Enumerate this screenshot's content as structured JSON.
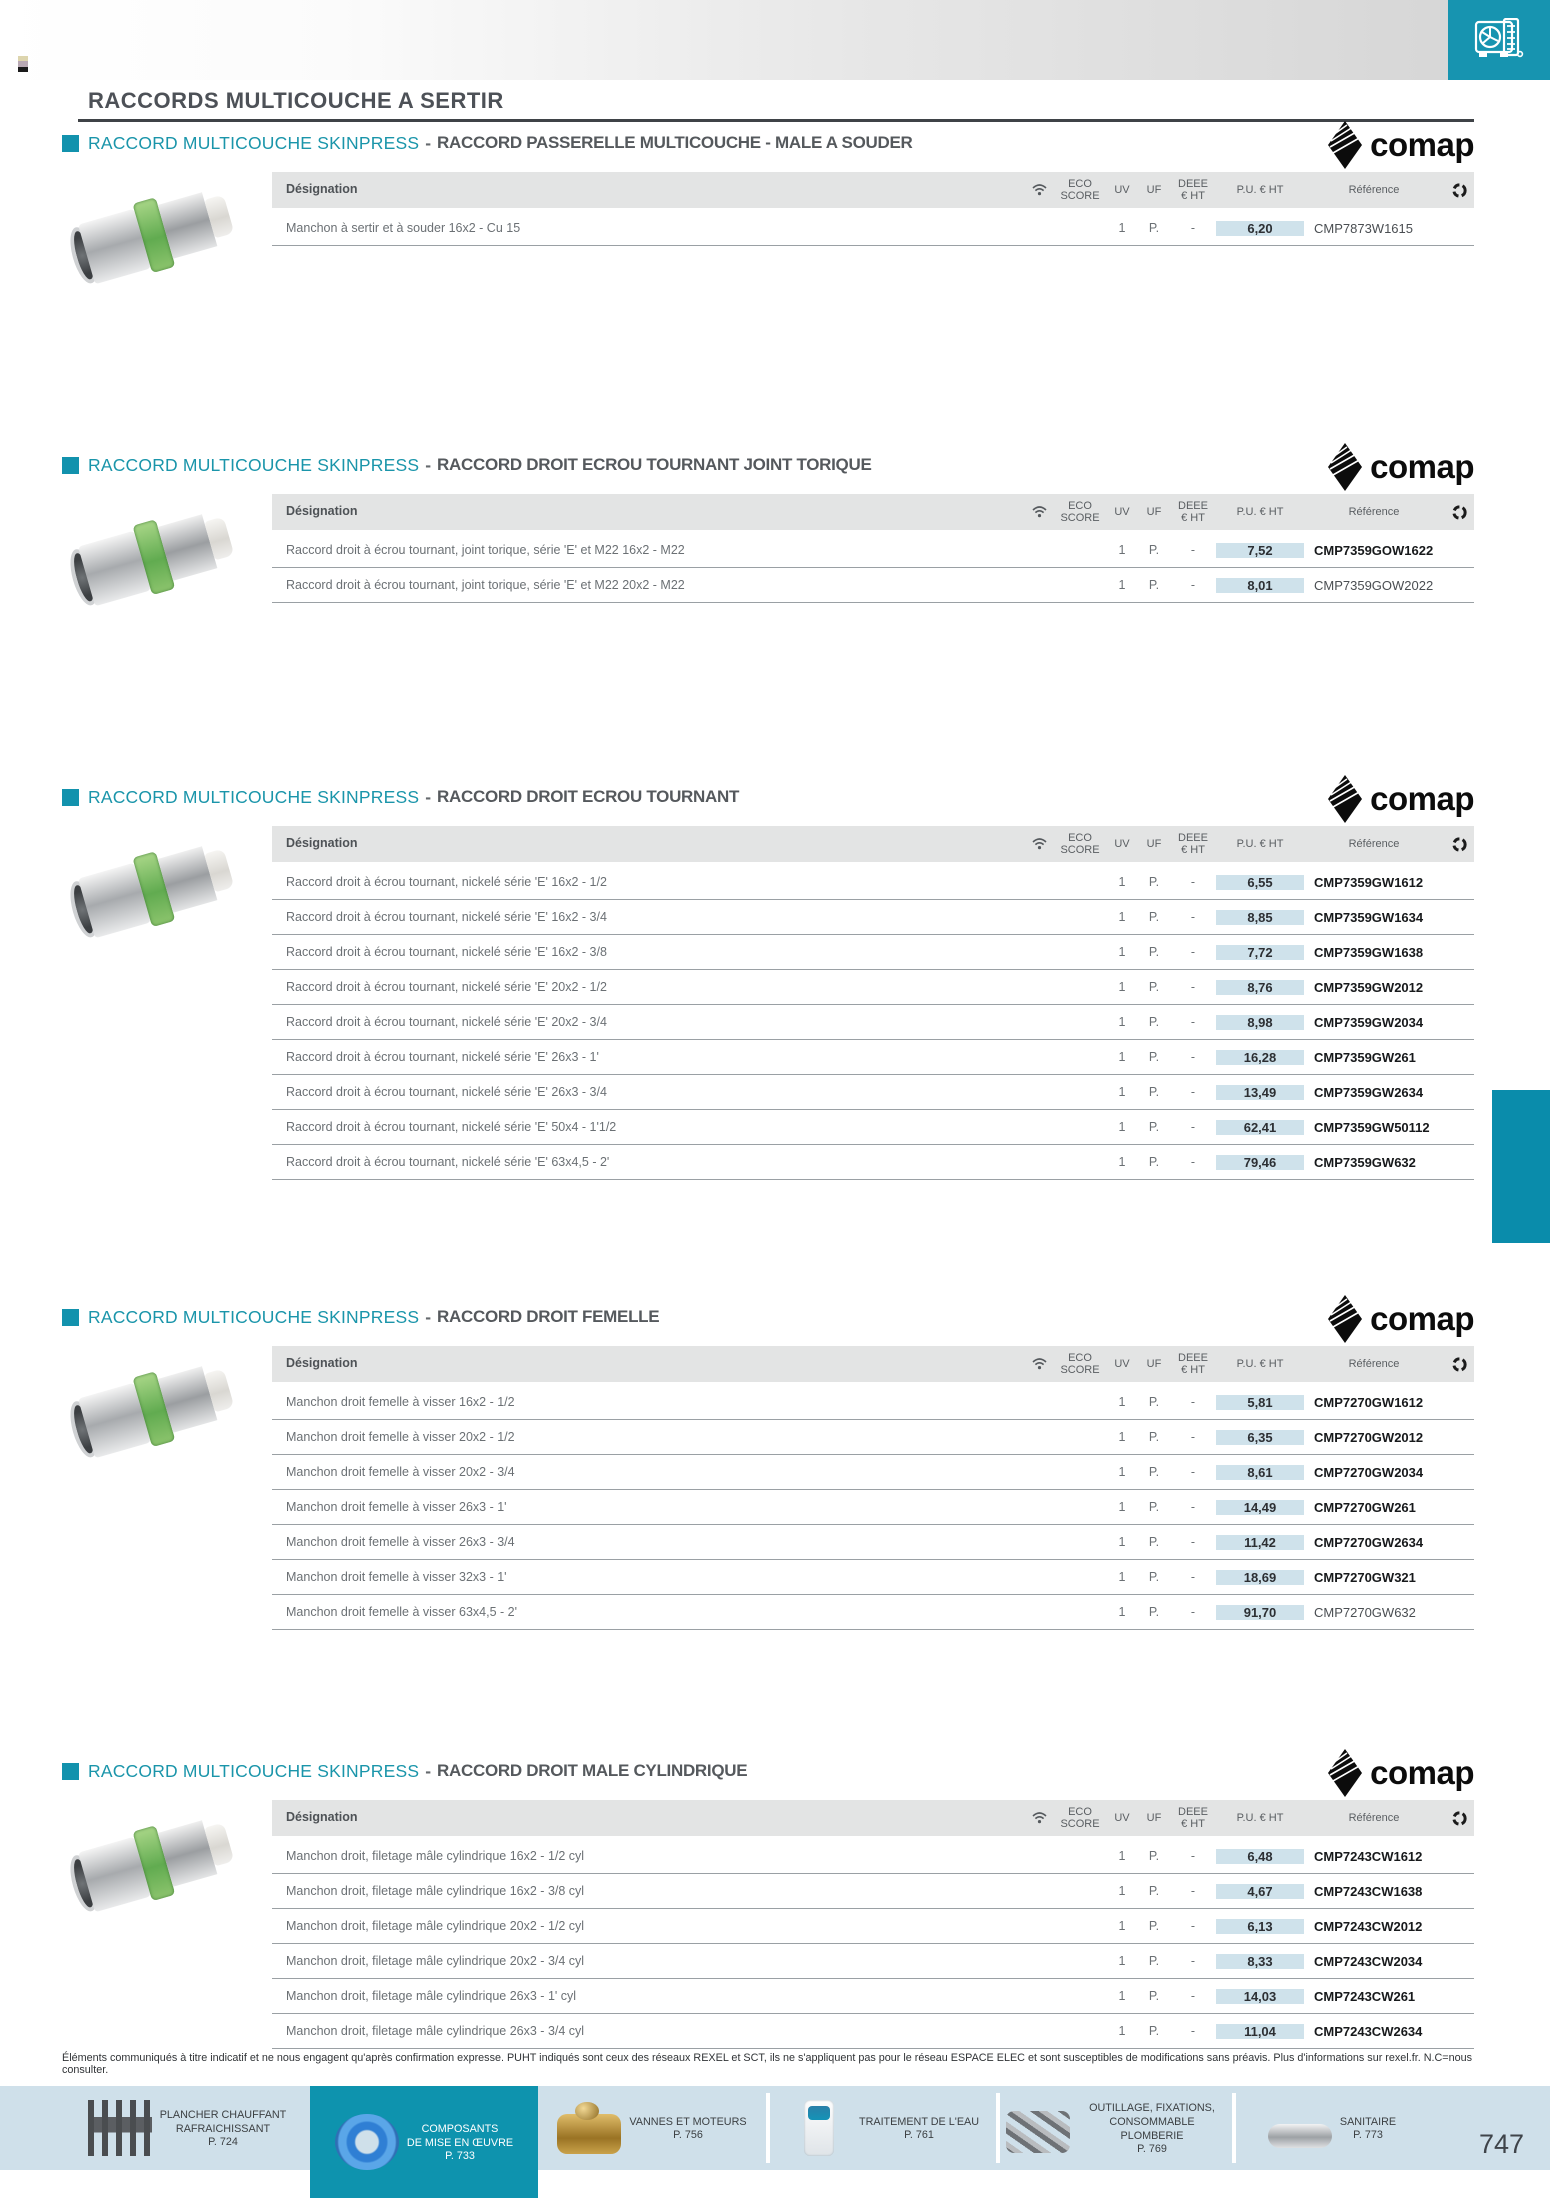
{
  "page": {
    "title": "RACCORDS MULTICOUCHE A SERTIR",
    "page_number": "747",
    "disclaimer": "Éléments communiqués à titre indicatif et ne nous engagent qu'après confirmation expresse. PUHT indiqués sont ceux des réseaux REXEL et SCT, ils ne s'appliquent pas pour le réseau ESPACE ELEC et sont susceptibles de modifications sans préavis. Plus d'informations sur rexel.fr. N.C=nous consulter."
  },
  "header": {
    "corner_icon": "hvac-unit-icon"
  },
  "brand": {
    "name": "comap",
    "logo_icon": "comap-diamond-icon"
  },
  "colors": {
    "accent_teal": "#0E93AE",
    "table_header_bg": "#E3E4E4",
    "price_column_bg": "#CFE2EB",
    "footer_bg": "#CFE0EA"
  },
  "table_headers": {
    "designation": "Désignation",
    "wifi_icon": "wifi-icon",
    "eco_score": "ECO\nSCORE",
    "uv": "UV",
    "uf": "UF",
    "deee": "DEEE\n€ HT",
    "pu": "P.U. € HT",
    "reference": "Référence",
    "recycle_icon": "recycle-icon"
  },
  "sections": [
    {
      "series": "RACCORD MULTICOUCHE SKINPRESS",
      "separator": "-",
      "variant": "RACCORD PASSERELLE MULTICOUCHE - MALE A SOUDER",
      "rows": [
        {
          "designation": "Manchon à sertir et à souder 16x2 - Cu 15",
          "uv": "1",
          "uf": "P.",
          "deee": "-",
          "price": "6,20",
          "reference": "CMP7873W1615",
          "reference_bold": false
        }
      ]
    },
    {
      "series": "RACCORD MULTICOUCHE SKINPRESS",
      "separator": "-",
      "variant": "RACCORD DROIT ECROU TOURNANT JOINT TORIQUE",
      "rows": [
        {
          "designation": "Raccord droit à écrou tournant, joint torique, série 'E' et M22 16x2 - M22",
          "uv": "1",
          "uf": "P.",
          "deee": "-",
          "price": "7,52",
          "reference": "CMP7359GOW1622",
          "reference_bold": true
        },
        {
          "designation": "Raccord droit à écrou tournant, joint torique, série 'E' et M22 20x2 - M22",
          "uv": "1",
          "uf": "P.",
          "deee": "-",
          "price": "8,01",
          "reference": "CMP7359GOW2022",
          "reference_bold": false
        }
      ]
    },
    {
      "series": "RACCORD MULTICOUCHE SKINPRESS",
      "separator": "-",
      "variant": "RACCORD DROIT ECROU TOURNANT",
      "rows": [
        {
          "designation": "Raccord droit à écrou tournant, nickelé série 'E' 16x2 - 1/2",
          "uv": "1",
          "uf": "P.",
          "deee": "-",
          "price": "6,55",
          "reference": "CMP7359GW1612",
          "reference_bold": true
        },
        {
          "designation": "Raccord droit à écrou tournant, nickelé série 'E' 16x2 - 3/4",
          "uv": "1",
          "uf": "P.",
          "deee": "-",
          "price": "8,85",
          "reference": "CMP7359GW1634",
          "reference_bold": true
        },
        {
          "designation": "Raccord droit à écrou tournant, nickelé série 'E' 16x2 - 3/8",
          "uv": "1",
          "uf": "P.",
          "deee": "-",
          "price": "7,72",
          "reference": "CMP7359GW1638",
          "reference_bold": true
        },
        {
          "designation": "Raccord droit à écrou tournant, nickelé série 'E' 20x2 - 1/2",
          "uv": "1",
          "uf": "P.",
          "deee": "-",
          "price": "8,76",
          "reference": "CMP7359GW2012",
          "reference_bold": true
        },
        {
          "designation": "Raccord droit à écrou tournant, nickelé série 'E' 20x2 - 3/4",
          "uv": "1",
          "uf": "P.",
          "deee": "-",
          "price": "8,98",
          "reference": "CMP7359GW2034",
          "reference_bold": true
        },
        {
          "designation": "Raccord droit à écrou tournant, nickelé série 'E' 26x3 - 1'",
          "uv": "1",
          "uf": "P.",
          "deee": "-",
          "price": "16,28",
          "reference": "CMP7359GW261",
          "reference_bold": true
        },
        {
          "designation": "Raccord droit à écrou tournant, nickelé série 'E' 26x3 - 3/4",
          "uv": "1",
          "uf": "P.",
          "deee": "-",
          "price": "13,49",
          "reference": "CMP7359GW2634",
          "reference_bold": true
        },
        {
          "designation": "Raccord droit à écrou tournant, nickelé série 'E' 50x4 - 1'1/2",
          "uv": "1",
          "uf": "P.",
          "deee": "-",
          "price": "62,41",
          "reference": "CMP7359GW50112",
          "reference_bold": true
        },
        {
          "designation": "Raccord droit à écrou tournant, nickelé série 'E' 63x4,5 - 2'",
          "uv": "1",
          "uf": "P.",
          "deee": "-",
          "price": "79,46",
          "reference": "CMP7359GW632",
          "reference_bold": true
        }
      ]
    },
    {
      "series": "RACCORD MULTICOUCHE SKINPRESS",
      "separator": "-",
      "variant": "RACCORD DROIT FEMELLE",
      "rows": [
        {
          "designation": "Manchon droit femelle à visser 16x2 - 1/2",
          "uv": "1",
          "uf": "P.",
          "deee": "-",
          "price": "5,81",
          "reference": "CMP7270GW1612",
          "reference_bold": true
        },
        {
          "designation": "Manchon droit femelle à visser 20x2 - 1/2",
          "uv": "1",
          "uf": "P.",
          "deee": "-",
          "price": "6,35",
          "reference": "CMP7270GW2012",
          "reference_bold": true
        },
        {
          "designation": "Manchon droit femelle à visser 20x2 - 3/4",
          "uv": "1",
          "uf": "P.",
          "deee": "-",
          "price": "8,61",
          "reference": "CMP7270GW2034",
          "reference_bold": true
        },
        {
          "designation": "Manchon droit femelle à visser 26x3 - 1'",
          "uv": "1",
          "uf": "P.",
          "deee": "-",
          "price": "14,49",
          "reference": "CMP7270GW261",
          "reference_bold": true
        },
        {
          "designation": "Manchon droit femelle à visser 26x3 - 3/4",
          "uv": "1",
          "uf": "P.",
          "deee": "-",
          "price": "11,42",
          "reference": "CMP7270GW2634",
          "reference_bold": true
        },
        {
          "designation": "Manchon droit femelle à visser 32x3 - 1'",
          "uv": "1",
          "uf": "P.",
          "deee": "-",
          "price": "18,69",
          "reference": "CMP7270GW321",
          "reference_bold": true
        },
        {
          "designation": "Manchon droit femelle à visser 63x4,5 - 2'",
          "uv": "1",
          "uf": "P.",
          "deee": "-",
          "price": "91,70",
          "reference": "CMP7270GW632",
          "reference_bold": false
        }
      ]
    },
    {
      "series": "RACCORD MULTICOUCHE SKINPRESS",
      "separator": "-",
      "variant": "RACCORD DROIT MALE CYLINDRIQUE",
      "rows": [
        {
          "designation": "Manchon droit, filetage mâle cylindrique 16x2 - 1/2 cyl",
          "uv": "1",
          "uf": "P.",
          "deee": "-",
          "price": "6,48",
          "reference": "CMP7243CW1612",
          "reference_bold": true
        },
        {
          "designation": "Manchon droit, filetage mâle cylindrique 16x2 - 3/8 cyl",
          "uv": "1",
          "uf": "P.",
          "deee": "-",
          "price": "4,67",
          "reference": "CMP7243CW1638",
          "reference_bold": true
        },
        {
          "designation": "Manchon droit, filetage mâle cylindrique 20x2 - 1/2 cyl",
          "uv": "1",
          "uf": "P.",
          "deee": "-",
          "price": "6,13",
          "reference": "CMP7243CW2012",
          "reference_bold": true
        },
        {
          "designation": "Manchon droit, filetage mâle cylindrique 20x2 - 3/4 cyl",
          "uv": "1",
          "uf": "P.",
          "deee": "-",
          "price": "8,33",
          "reference": "CMP7243CW2034",
          "reference_bold": true
        },
        {
          "designation": "Manchon droit, filetage mâle cylindrique 26x3 - 1' cyl",
          "uv": "1",
          "uf": "P.",
          "deee": "-",
          "price": "14,03",
          "reference": "CMP7243CW261",
          "reference_bold": true
        },
        {
          "designation": "Manchon droit, filetage mâle cylindrique 26x3 - 3/4 cyl",
          "uv": "1",
          "uf": "P.",
          "deee": "-",
          "price": "11,04",
          "reference": "CMP7243CW2634",
          "reference_bold": true
        }
      ]
    }
  ],
  "footer": {
    "categories": [
      {
        "label": "PLANCHER CHAUFFANT\nRAFRAICHISSANT",
        "page": "P. 724",
        "icon": "manifold-image",
        "active": false,
        "divider_after": false
      },
      {
        "label": "COMPOSANTS\nDE MISE EN ŒUVRE",
        "page": "P. 733",
        "icon": "pipe-coil-image",
        "active": true,
        "divider_after": false
      },
      {
        "label": "VANNES ET MOTEURS",
        "page": "P. 756",
        "icon": "valve-image",
        "active": false,
        "divider_after": true
      },
      {
        "label": "TRAITEMENT DE L'EAU",
        "page": "P. 761",
        "icon": "water-treatment-image",
        "active": false,
        "divider_after": true
      },
      {
        "label": "OUTILLAGE, FIXATIONS,\nCONSOMMABLE PLOMBERIE",
        "page": "P. 769",
        "icon": "tools-image",
        "active": false,
        "divider_after": true
      },
      {
        "label": "SANITAIRE",
        "page": "P. 773",
        "icon": "sanitary-image",
        "active": false,
        "divider_after": false
      }
    ]
  }
}
